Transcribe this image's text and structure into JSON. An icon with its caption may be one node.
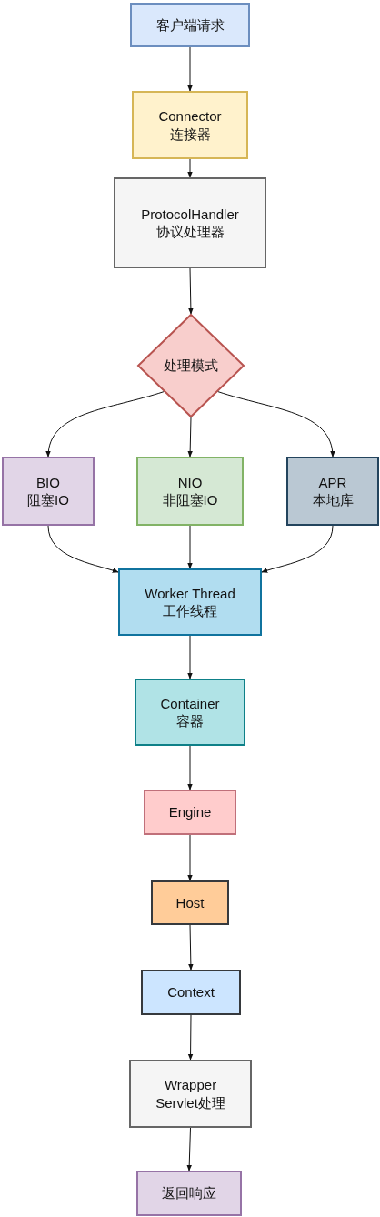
{
  "diagram": {
    "nodes": [
      {
        "text": [
          "客户端请求"
        ]
      },
      {
        "text": [
          "Connector",
          "连接器"
        ]
      },
      {
        "text": [
          "ProtocolHandler",
          "协议处理器"
        ]
      },
      {
        "text": [
          "处理模式"
        ]
      },
      {
        "text": [
          "BIO",
          "阻塞IO"
        ]
      },
      {
        "text": [
          "NIO",
          "非阻塞IO"
        ]
      },
      {
        "text": [
          "APR",
          "本地库"
        ]
      },
      {
        "text": [
          "Worker Thread",
          "工作线程"
        ]
      },
      {
        "text": [
          "Container",
          "容器"
        ]
      },
      {
        "text": [
          "Engine"
        ]
      },
      {
        "text": [
          "Host"
        ]
      },
      {
        "text": [
          "Context"
        ]
      },
      {
        "text": [
          "Wrapper",
          "Servlet处理"
        ]
      },
      {
        "text": [
          "返回响应"
        ]
      }
    ],
    "edges": [
      {
        "from": 0,
        "to": 1,
        "arrow": "to"
      },
      {
        "from": 1,
        "to": 2,
        "arrow": "to"
      },
      {
        "from": 2,
        "to": 3,
        "arrow": "to"
      },
      {
        "from": 3,
        "to": 4,
        "arrow": "to"
      },
      {
        "from": 3,
        "to": 5,
        "arrow": "to"
      },
      {
        "from": 3,
        "to": 6,
        "arrow": "to"
      },
      {
        "from": 4,
        "to": 7,
        "arrow": "to"
      },
      {
        "from": 5,
        "to": 7,
        "arrow": "to"
      },
      {
        "from": 6,
        "to": 7,
        "arrow": "to"
      },
      {
        "from": 7,
        "to": 8,
        "arrow": "to"
      },
      {
        "from": 8,
        "to": 9,
        "arrow": "to"
      },
      {
        "from": 9,
        "to": 10,
        "arrow": "to"
      },
      {
        "from": 10,
        "to": 11,
        "arrow": "to"
      },
      {
        "from": 11,
        "to": 12,
        "arrow": "to"
      },
      {
        "from": 12,
        "to": 13,
        "arrow": "to"
      }
    ]
  }
}
